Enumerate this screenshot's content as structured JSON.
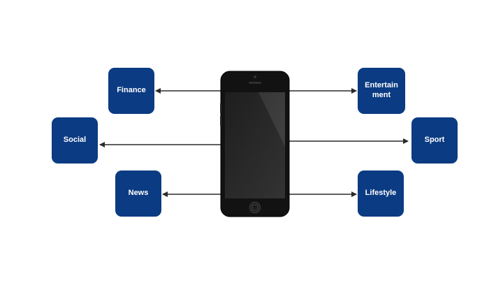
{
  "colors": {
    "node_fill": "#0b3b82",
    "node_text": "#ffffff",
    "arrow": "#2b2b2b",
    "phone_body": "#121212",
    "phone_screen": "#2a2a2a"
  },
  "device": {
    "icon": "smartphone-icon"
  },
  "nodes": {
    "finance": "Finance",
    "social": "Social",
    "news": "News",
    "entertainment_line1": "Entertain",
    "entertainment_line2": "ment",
    "sport": "Sport",
    "lifestyle": "Lifestyle"
  }
}
